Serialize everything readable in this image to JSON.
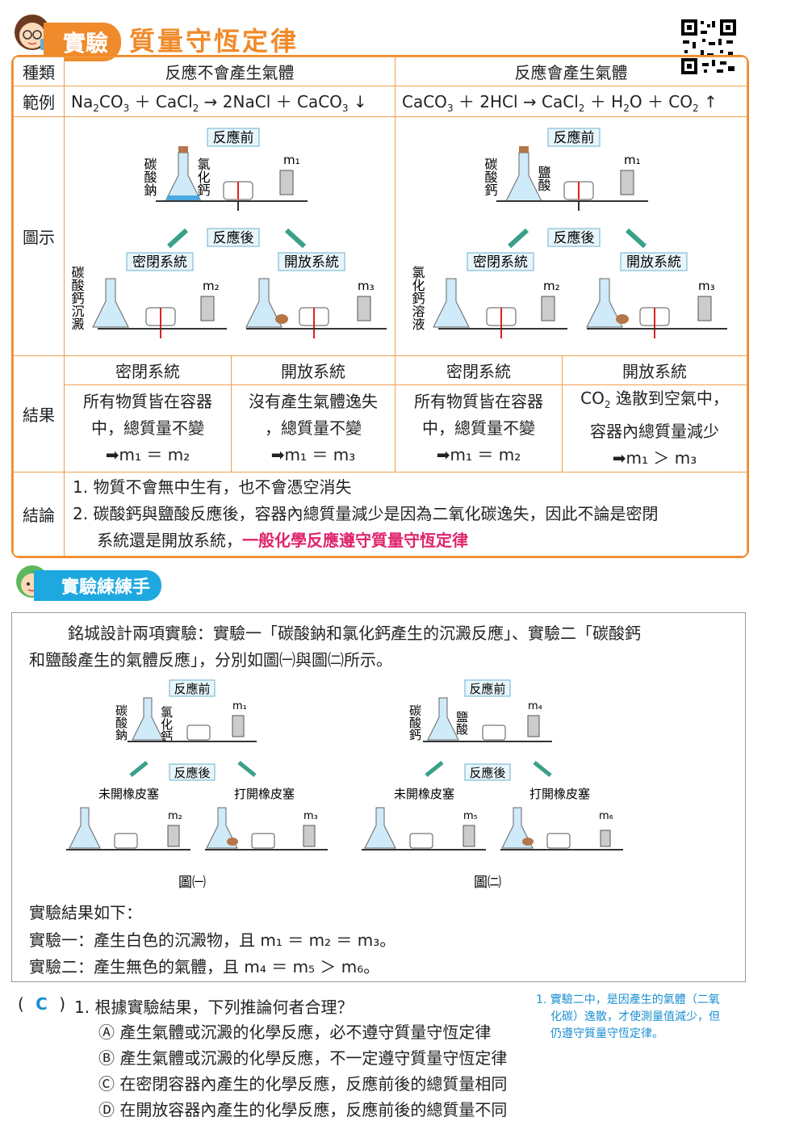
{
  "header": {
    "tag": "實驗",
    "title": "質量守恆定律"
  },
  "table": {
    "row_type": {
      "label": "種類",
      "col1": "反應不會產生氣體",
      "col2": "反應會產生氣體"
    },
    "row_example": {
      "label": "範例"
    },
    "row_figure": {
      "label": "圖示"
    },
    "figures": {
      "before": "反應前",
      "after": "反應後",
      "closed": "密閉系統",
      "open": "開放系統",
      "left_chem1": "碳酸鈉",
      "left_chem2": "氯化鈣",
      "left_product": "碳酸鈣沉澱",
      "right_chem1": "碳酸鈣",
      "right_chem2": "鹽酸",
      "right_product": "氯化鈣溶液",
      "m1": "m₁",
      "m2": "m₂",
      "m3": "m₃"
    },
    "row_result": {
      "label": "結果",
      "heads": [
        "密閉系統",
        "開放系統",
        "密閉系統",
        "開放系統"
      ],
      "c1": [
        "所有物質皆在容器",
        "中，總質量不變",
        "➡m₁ ＝ m₂"
      ],
      "c2": [
        "沒有產生氣體逸失",
        "，總質量不變",
        "➡m₁ ＝ m₃"
      ],
      "c3": [
        "所有物質皆在容器",
        "中，總質量不變",
        "➡m₁ ＝ m₂"
      ],
      "c4b": "容器內總質量減少",
      "c4c": "➡m₁ ＞ m₃"
    },
    "row_conclusion": {
      "label": "結論",
      "l1": "1. 物質不會無中生有，也不會憑空消失",
      "l2": "2. 碳酸鈣與鹽酸反應後，容器內總質量減少是因為二氧化碳逸失，因此不論是密閉",
      "l3a": "系統還是開放系統，",
      "l3b": "一般化學反應遵守質量守恆定律"
    }
  },
  "practice": {
    "tag": "實驗練練手",
    "intro1": "銘城設計兩項實驗：實驗一「碳酸鈉和氯化鈣產生的沉澱反應」、實驗二「碳酸鈣",
    "intro2": "和鹽酸產生的氣體反應」，分別如圖㈠與圖㈡所示。",
    "fig_labels": {
      "before": "反應前",
      "after": "反應後",
      "unopened": "未開橡皮塞",
      "opened": "打開橡皮塞",
      "fig1": "圖㈠",
      "fig2": "圖㈡",
      "a1": "碳酸鈉",
      "a2": "氯化鈣",
      "b1": "碳酸鈣",
      "b2": "鹽酸",
      "m1": "m₁",
      "m2": "m₂",
      "m3": "m₃",
      "m4": "m₄",
      "m5": "m₅",
      "m6": "m₆"
    },
    "result_head": "實驗結果如下：",
    "result1": "實驗一：產生白色的沉澱物，且 m₁ ＝ m₂ ＝ m₃。",
    "result2": "實驗二：產生無色的氣體，且 m₄ ＝ m₅ ＞ m₆。"
  },
  "question": {
    "answer": "C",
    "stem": "1. 根據實驗結果，下列推論何者合理？",
    "options": [
      "Ⓐ 產生氣體或沉澱的化學反應，必不遵守質量守恆定律",
      "Ⓑ 產生氣體或沉澱的化學反應，不一定遵守質量守恆定律",
      "Ⓒ 在密閉容器內產生的化學反應，反應前後的總質量相同",
      "Ⓓ 在開放容器內產生的化學反應，反應前後的總質量不同"
    ],
    "note": [
      "1. 實驗二中，是因產生的氣體（二氧",
      "化碳）逸散，才使測量值減少，但",
      "仍遵守質量守恆定律。"
    ]
  },
  "colors": {
    "accent": "#f08a2a",
    "table_border": "#f0a050",
    "highlight": "#e0246c",
    "practice": "#1ea8e0"
  }
}
